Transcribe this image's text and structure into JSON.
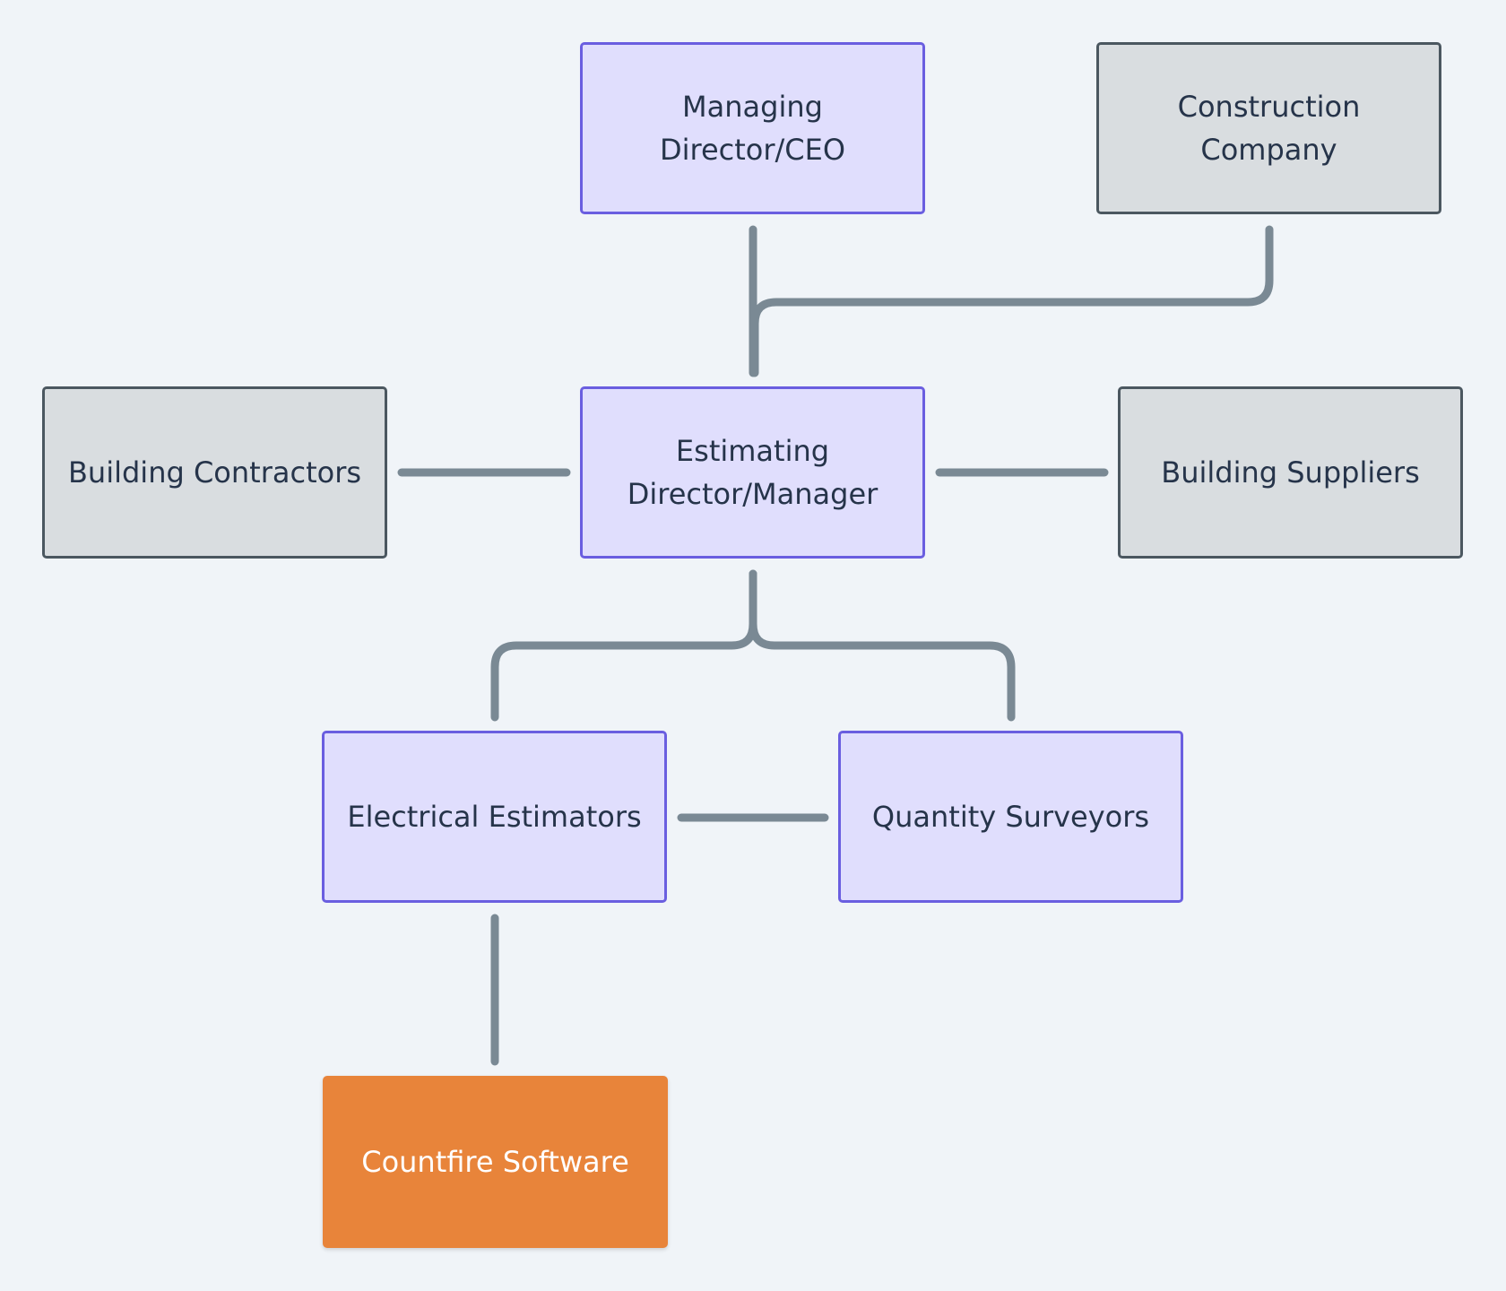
{
  "diagram": {
    "nodes": {
      "managing_director": {
        "label": "Managing Director/CEO",
        "role": "internal"
      },
      "construction_company": {
        "label": "Construction Company",
        "role": "external"
      },
      "building_contractors": {
        "label": "Building Contractors",
        "role": "external"
      },
      "estimating_director": {
        "label": "Estimating Director/Manager",
        "role": "internal"
      },
      "building_suppliers": {
        "label": "Building Suppliers",
        "role": "external"
      },
      "electrical_estimators": {
        "label": "Electrical Estimators",
        "role": "internal"
      },
      "quantity_surveyors": {
        "label": "Quantity Surveyors",
        "role": "internal"
      },
      "countfire_software": {
        "label": "Countfire Software",
        "role": "highlight"
      }
    },
    "edges": [
      {
        "from": "managing_director",
        "to": "estimating_director"
      },
      {
        "from": "construction_company",
        "to": "estimating_director"
      },
      {
        "from": "building_contractors",
        "to": "estimating_director"
      },
      {
        "from": "estimating_director",
        "to": "building_suppliers"
      },
      {
        "from": "estimating_director",
        "to": "electrical_estimators"
      },
      {
        "from": "estimating_director",
        "to": "quantity_surveyors"
      },
      {
        "from": "electrical_estimators",
        "to": "quantity_surveyors"
      },
      {
        "from": "electrical_estimators",
        "to": "countfire_software"
      }
    ],
    "colors": {
      "background": "#f0f4f8",
      "internal_fill": "#e0defd",
      "internal_border": "#6a5ee0",
      "external_fill": "#d9dde0",
      "external_border": "#4b5760",
      "highlight_fill": "#e8843a",
      "connector": "#7a8994",
      "text": "#26344a"
    }
  }
}
